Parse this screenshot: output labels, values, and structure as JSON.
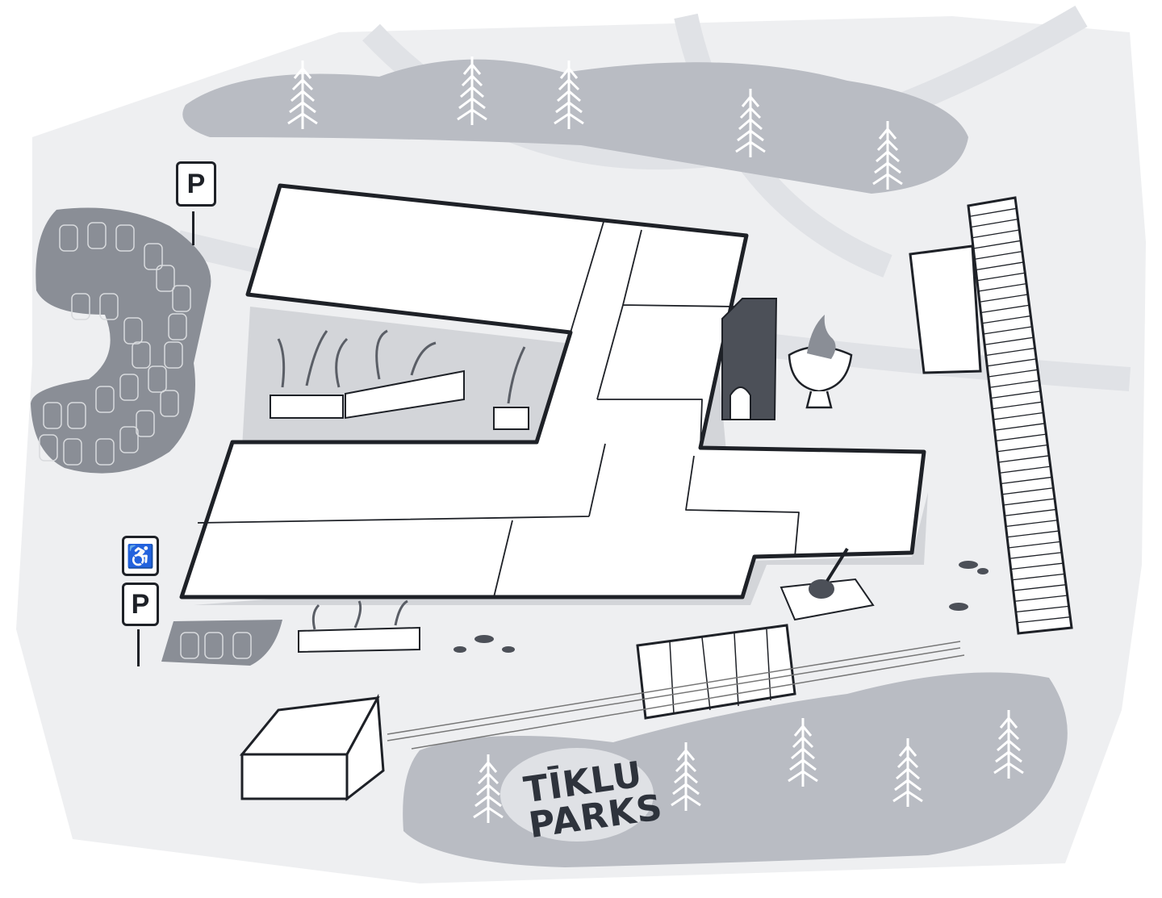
{
  "map": {
    "park_name_line1": "TĪKLU",
    "park_name_line2": "PARKS",
    "parking_sign_top": "P",
    "parking_sign_bottom": "P",
    "accessible_sign": "♿",
    "colors": {
      "ground": "#eeeff1",
      "forest": "#b9bcc3",
      "parking": "#8a8e96",
      "building_stroke": "#1e2127",
      "tree": "#ffffff"
    }
  }
}
